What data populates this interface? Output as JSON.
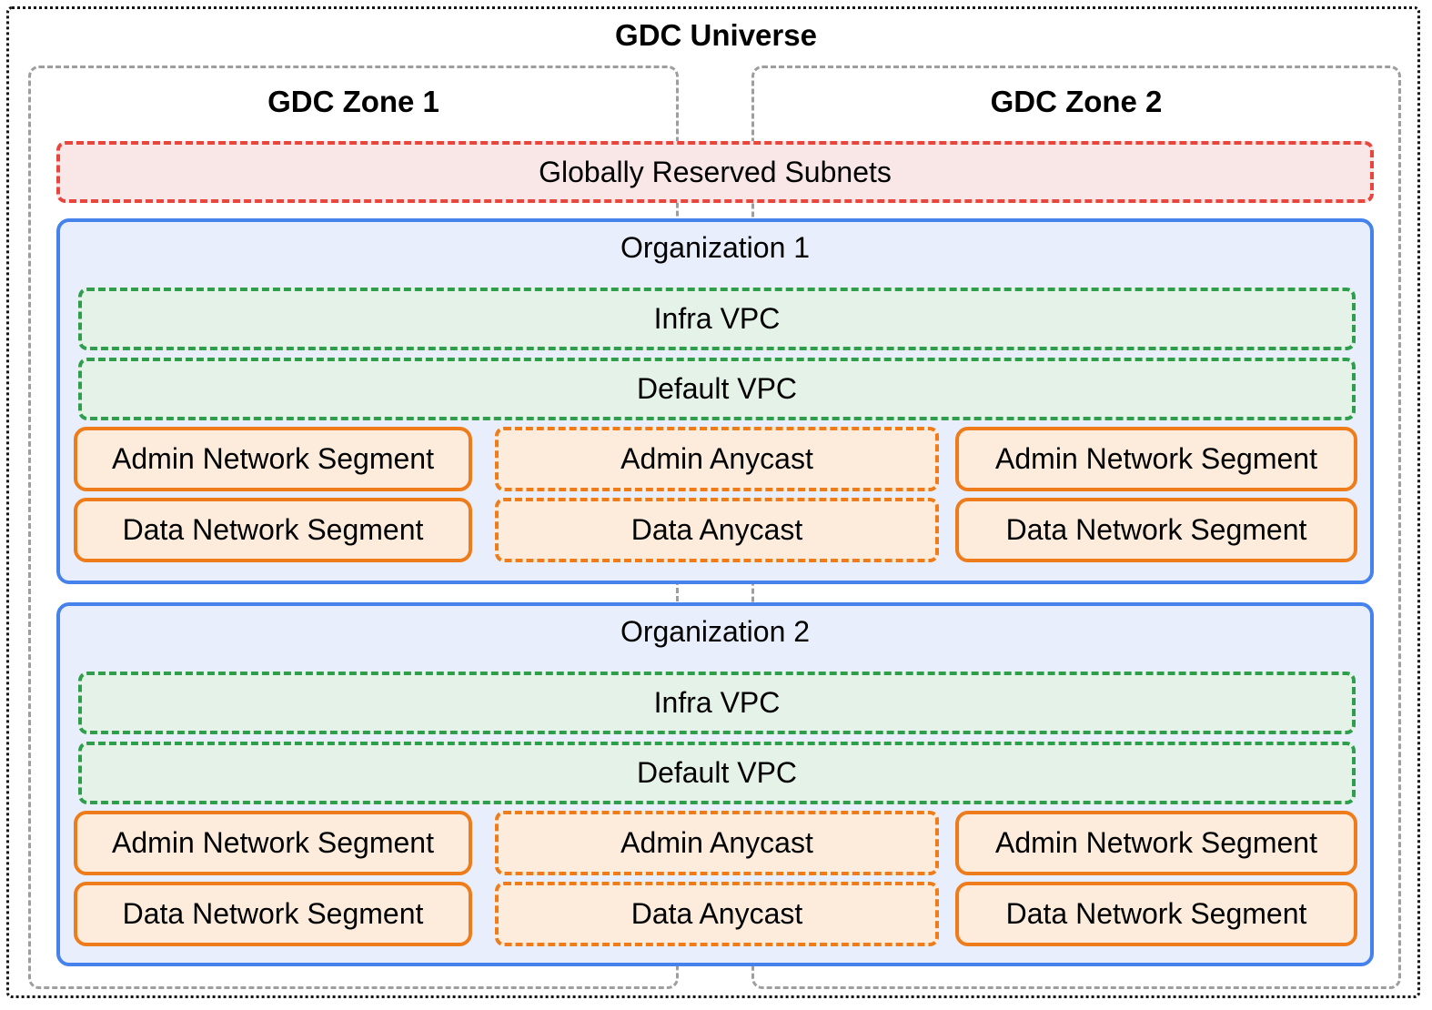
{
  "universe": {
    "title": "GDC Universe"
  },
  "zones": [
    {
      "label": "GDC Zone 1"
    },
    {
      "label": "GDC Zone 2"
    }
  ],
  "reserved": {
    "label": "Globally Reserved Subnets"
  },
  "orgs": [
    {
      "label": "Organization 1",
      "infra_vpc": "Infra VPC",
      "default_vpc": "Default VPC",
      "admin_segment_left": "Admin Network Segment",
      "admin_anycast": "Admin Anycast",
      "admin_segment_right": "Admin Network Segment",
      "data_segment_left": "Data Network Segment",
      "data_anycast": "Data Anycast",
      "data_segment_right": "Data Network Segment"
    },
    {
      "label": "Organization 2",
      "infra_vpc": "Infra VPC",
      "default_vpc": "Default VPC",
      "admin_segment_left": "Admin Network Segment",
      "admin_anycast": "Admin Anycast",
      "admin_segment_right": "Admin Network Segment",
      "data_segment_left": "Data Network Segment",
      "data_anycast": "Data Anycast",
      "data_segment_right": "Data Network Segment"
    }
  ],
  "colors": {
    "text": "#000000",
    "outer_border": "#141414",
    "zone_border": "#9e9e9e",
    "reserved_border": "#e8463c",
    "reserved_bg": "#f9e6e6",
    "org_border": "#4682ec",
    "org_bg": "#e8eefc",
    "vpc_border": "#2e9e4d",
    "vpc_bg": "#e4f2e7",
    "segment_border": "#ee7c1b",
    "segment_bg": "#fdecdc"
  }
}
